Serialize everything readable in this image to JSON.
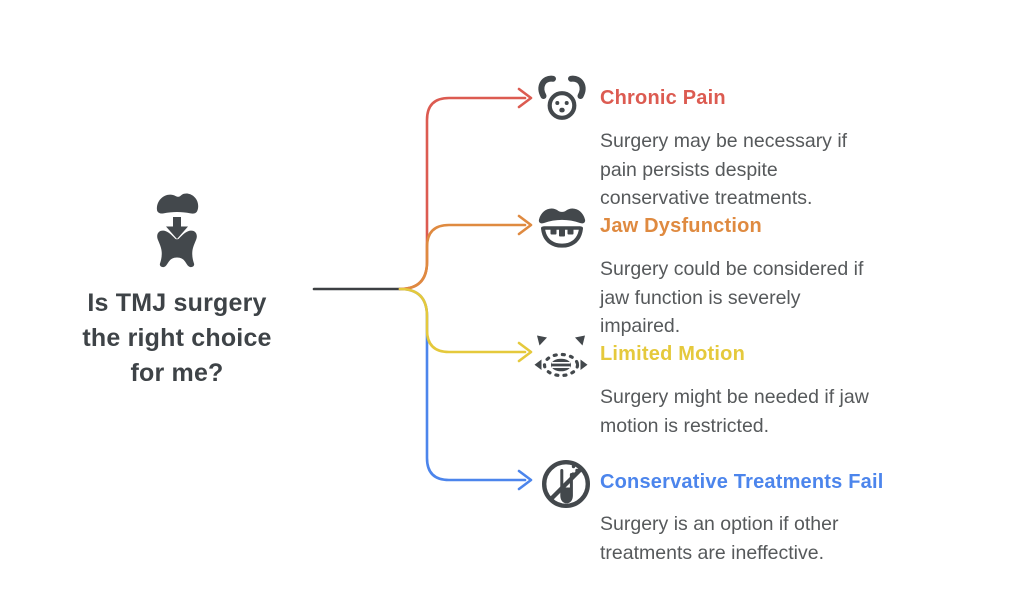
{
  "colors": {
    "red": "#DC5B51",
    "orange": "#DF8A40",
    "yellow": "#E5C93C",
    "blue": "#4C85EC",
    "icon": "#43484C",
    "trunk": "#3D4043",
    "title_text": "#3E4347",
    "body_text": "#56595B",
    "background": "#FFFFFF"
  },
  "center": {
    "title": "Is TMJ surgery\nthe right choice\nfor me?",
    "icon": "tooth-crown-implant-icon"
  },
  "branches": [
    {
      "label": "Chronic Pain",
      "description": "Surgery may be necessary if\npain persists despite\nconservative treatments.",
      "color": "#DC5B51",
      "icon": "headache-face-icon"
    },
    {
      "label": "Jaw Dysfunction",
      "description": "Surgery could be considered if\njaw function is severely\nimpaired.",
      "color": "#DF8A40",
      "icon": "open-mouth-teeth-icon"
    },
    {
      "label": "Limited Motion",
      "description": "Surgery might be needed if jaw\nmotion is restricted.",
      "color": "#E5C93C",
      "icon": "jaw-motion-range-icon"
    },
    {
      "label": "Conservative Treatments Fail",
      "description": "Surgery is an option if other\ntreatments are ineffective.",
      "color": "#4C85EC",
      "icon": "no-medication-icon"
    }
  ]
}
